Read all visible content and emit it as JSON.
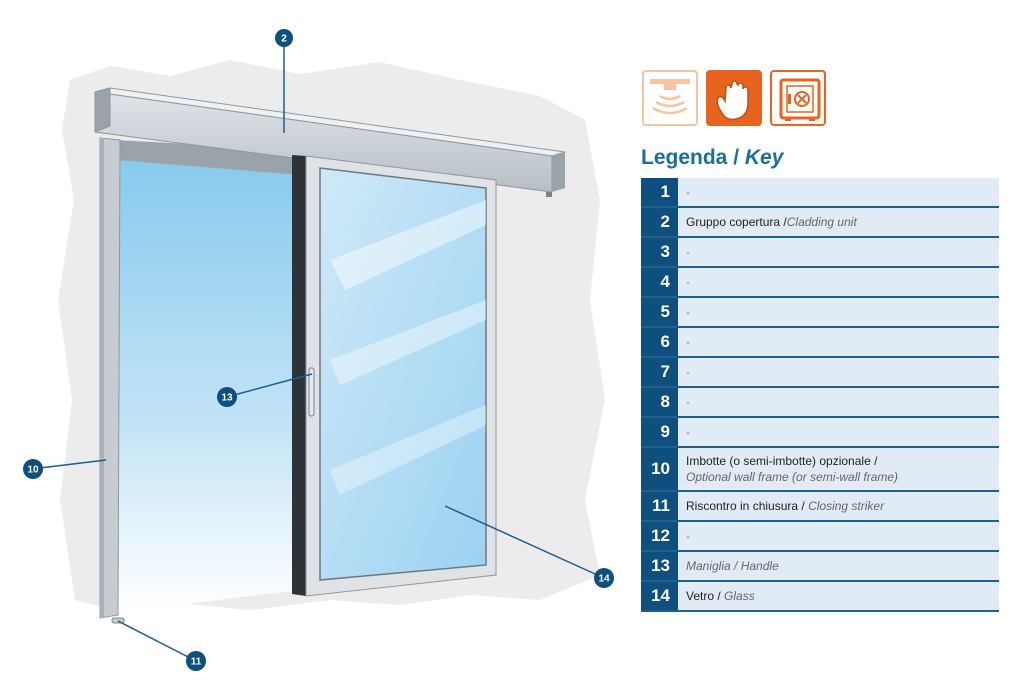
{
  "illustration": {
    "callouts": [
      {
        "id": "c2",
        "label": "2"
      },
      {
        "id": "c10",
        "label": "10"
      },
      {
        "id": "c11",
        "label": "11"
      },
      {
        "id": "c13",
        "label": "13"
      },
      {
        "id": "c14",
        "label": "14"
      }
    ],
    "colors": {
      "callout": "#0f4f80",
      "glass": "#9fd3f0",
      "frame": "#c9cdd1",
      "wall": "#ececec"
    }
  },
  "icons": [
    {
      "name": "motion-sensor-icon"
    },
    {
      "name": "hand-icon"
    },
    {
      "name": "safe-icon"
    }
  ],
  "legend": {
    "title_it": "Legenda",
    "title_sep": " / ",
    "title_en": "Key",
    "rows": [
      {
        "num": "1",
        "it": "",
        "en": "",
        "dash": "-",
        "sep": ""
      },
      {
        "num": "2",
        "it": "Gruppo copertura",
        "sep": " /",
        "en": "Cladding unit",
        "dash": ""
      },
      {
        "num": "3",
        "it": "",
        "en": "",
        "dash": "-",
        "sep": ""
      },
      {
        "num": "4",
        "it": "",
        "en": "",
        "dash": "-",
        "sep": ""
      },
      {
        "num": "5",
        "it": "",
        "en": "",
        "dash": "-",
        "sep": ""
      },
      {
        "num": "6",
        "it": "",
        "en": "",
        "dash": "-",
        "sep": ""
      },
      {
        "num": "7",
        "it": "",
        "en": "",
        "dash": "-",
        "sep": ""
      },
      {
        "num": "8",
        "it": "",
        "en": "",
        "dash": "-",
        "sep": ""
      },
      {
        "num": "9",
        "it": "",
        "en": "",
        "dash": "-",
        "sep": ""
      },
      {
        "num": "10",
        "it": "Imbotte (o semi-imbotte) opzionale /",
        "sep": "",
        "en": "Optional wall frame (or semi-wall frame)",
        "dash": "",
        "twoline": true
      },
      {
        "num": "11",
        "it": "Riscontro in chiusura",
        "sep": " / ",
        "en": "Closing striker",
        "dash": ""
      },
      {
        "num": "12",
        "it": "",
        "en": "",
        "dash": "-",
        "sep": ""
      },
      {
        "num": "13",
        "it": "Maniglia",
        "sep": " / ",
        "en": "Handle",
        "dash": "",
        "italic_it": true
      },
      {
        "num": "14",
        "it": "Vetro",
        "sep": " / ",
        "en": "Glass",
        "dash": ""
      }
    ]
  }
}
